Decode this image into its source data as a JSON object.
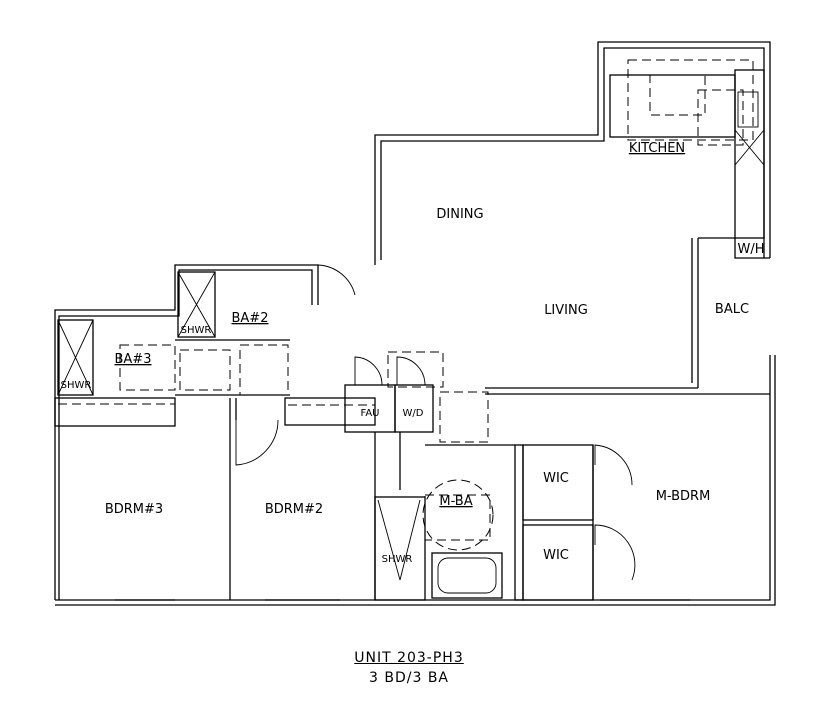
{
  "plan": {
    "rooms": {
      "kitchen": "KITCHEN",
      "dining": "DINING",
      "living": "LIVING",
      "balc": "BALC",
      "wh": "W/H",
      "ba2": "BA#2",
      "ba3": "BA#3",
      "shwr1": "SHWR",
      "shwr2": "SHWR",
      "shwr3": "SHWR",
      "fau": "FAU",
      "wd": "W/D",
      "mba": "M-BA",
      "wic1": "WIC",
      "wic2": "WIC",
      "mbdrm": "M-BDRM",
      "bdrm3": "BDRM#3",
      "bdrm2": "BDRM#2"
    }
  },
  "caption": {
    "unit": "UNIT 203-PH3",
    "summary": "3 BD/3 BA"
  }
}
